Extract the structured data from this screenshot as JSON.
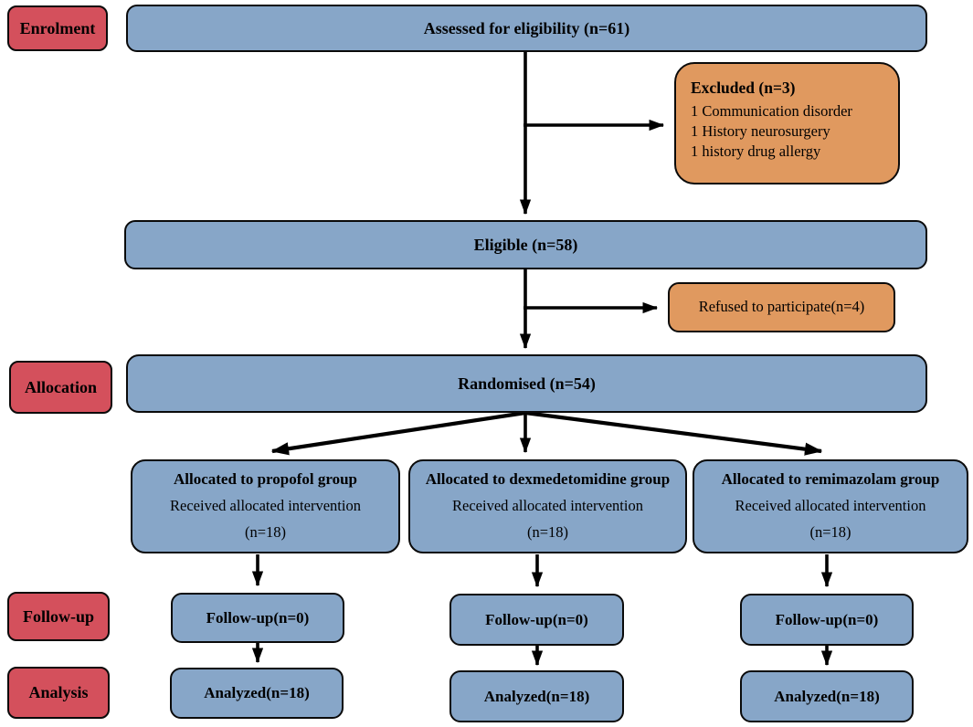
{
  "diagram": {
    "stages": {
      "enrolment": "Enrolment",
      "allocation": "Allocation",
      "followup": "Follow-up",
      "analysis": "Analysis"
    },
    "assessed": "Assessed for eligibility (n=61)",
    "excluded": {
      "title": "Excluded (n=3)",
      "items": [
        "1 Communication disorder",
        "1 History neurosurgery",
        "1 history drug allergy"
      ]
    },
    "eligible": "Eligible (n=58)",
    "refused": "Refused to participate(n=4)",
    "randomised": "Randomised (n=54)",
    "groups": [
      {
        "title": "Allocated to propofol group",
        "received": "Received allocated intervention",
        "n": "(n=18)",
        "followup": "Follow-up(n=0)",
        "analyzed": "Analyzed(n=18)"
      },
      {
        "title": "Allocated to dexmedetomidine group",
        "received": "Received allocated intervention",
        "n": "(n=18)",
        "followup": "Follow-up(n=0)",
        "analyzed": "Analyzed(n=18)"
      },
      {
        "title": "Allocated to remimazolam group",
        "received": "Received allocated intervention",
        "n": "(n=18)",
        "followup": "Follow-up(n=0)",
        "analyzed": "Analyzed(n=18)"
      }
    ],
    "colors": {
      "box_blue": "#87A6C8",
      "label_red": "#D4505C",
      "side_orange": "#E0995F",
      "line": "#000000"
    }
  }
}
